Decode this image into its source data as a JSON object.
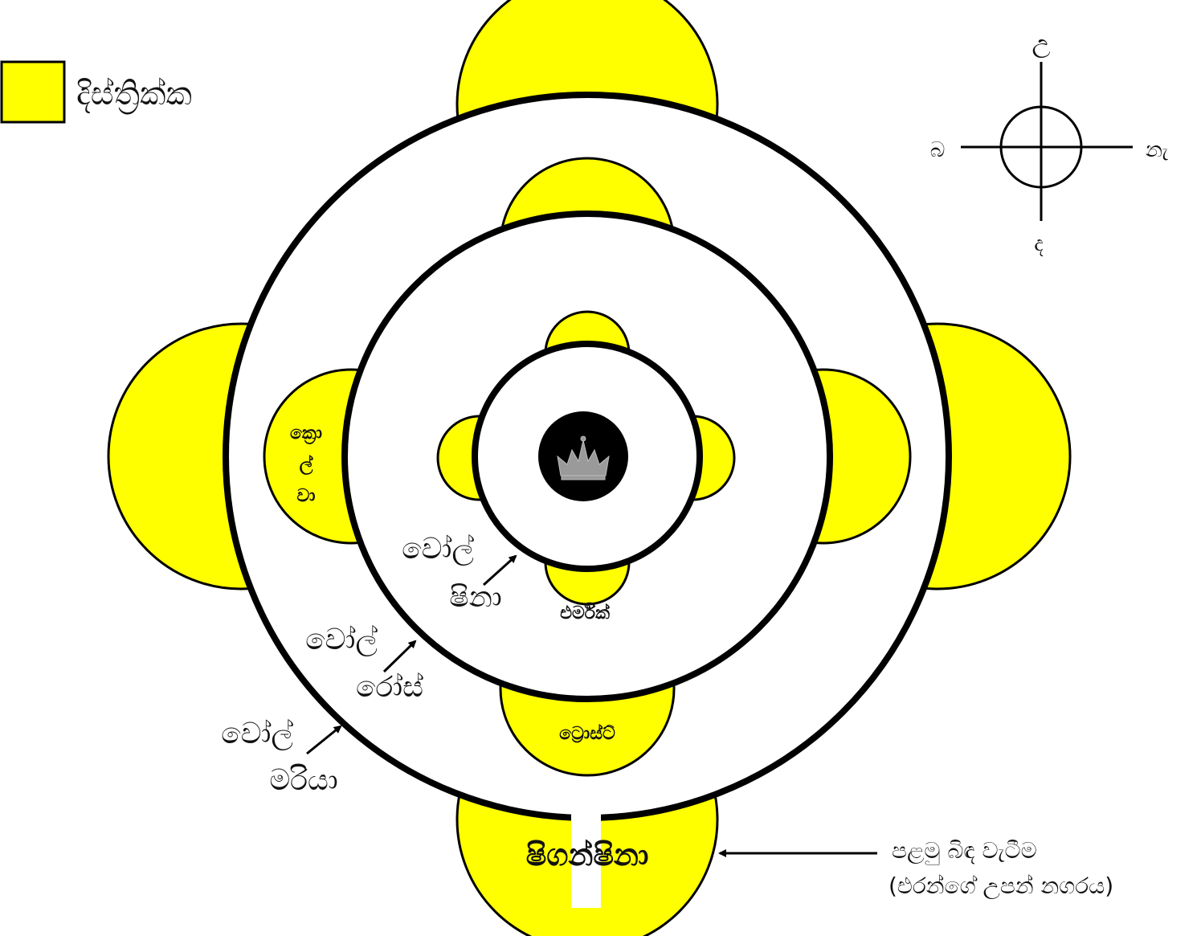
{
  "legend": {
    "swatch_color": "#FFFF00",
    "label": "දිස්ත්‍රික්ක"
  },
  "compass": {
    "north": "උ",
    "south": "ද",
    "east": "නැ",
    "west": "බ"
  },
  "walls": {
    "maria": [
      "වෝල්",
      "මරියා"
    ],
    "rose": [
      "වෝල්",
      "රෝස්"
    ],
    "sina": [
      "වෝල්",
      "ෂිනා"
    ]
  },
  "districts": {
    "shiganshina": "ෂිගන්ෂිනා",
    "trost": "ට්‍රොස්ට්",
    "karanes": [
      "ක්‍රො",
      "ල්",
      "වා"
    ],
    "ermich": "එර්මික්"
  },
  "annotation": {
    "line1": "පළමු බිඳ වැටීම",
    "line2": "(එරන්ගේ උපන් නගරය)"
  },
  "center_icon": "crown-icon",
  "colors": {
    "district": "#FFFF00",
    "outline": "#000000",
    "center": "#000000"
  }
}
